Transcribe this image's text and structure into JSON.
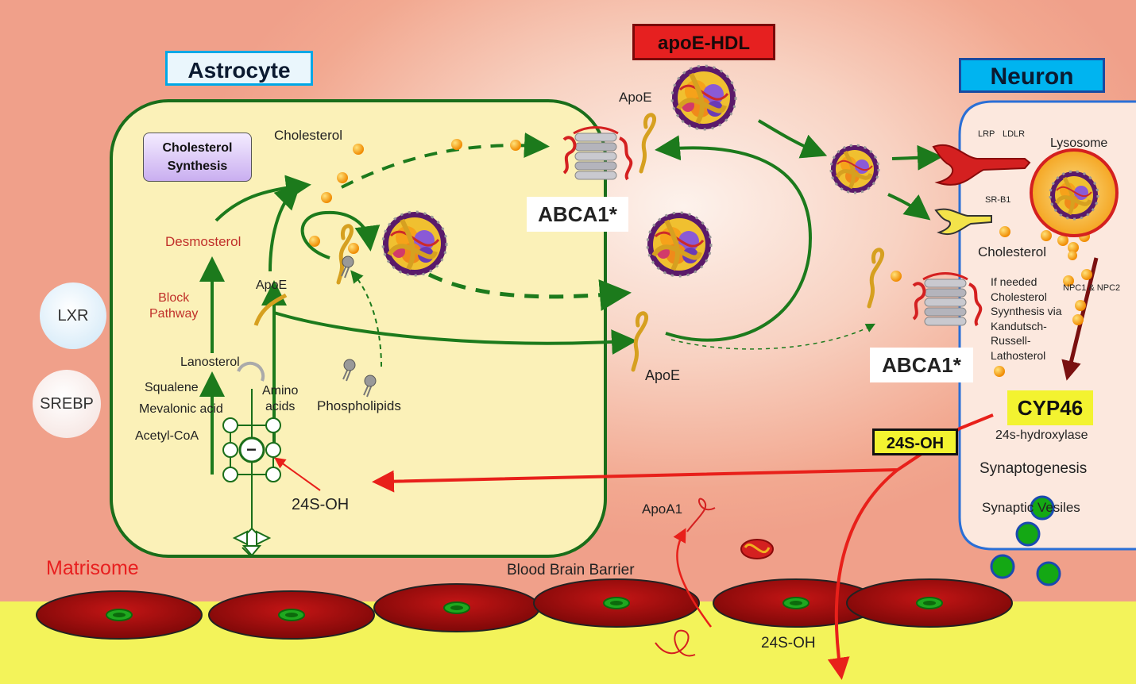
{
  "titles": {
    "astrocyte": "Astrocyte",
    "neuron": "Neuron",
    "apoe_hdl": "apoE-HDL"
  },
  "astrocyte": {
    "synthesis_box": [
      "Cholesterol",
      "Synthesis"
    ],
    "cholesterol": "Cholesterol",
    "desmosterol": "Desmosterol",
    "block_pathway": [
      "Block",
      "Pathway"
    ],
    "lanosterol": "Lanosterol",
    "squalene": "Squalene",
    "mevalonic_acid": "Mevalonic acid",
    "acetyl_coa": "Acetyl-CoA",
    "apoe": "ApoE",
    "amino_acids": [
      "Amino",
      "acids"
    ],
    "phospholipids": "Phospholipids",
    "inhibitor_sign": "−",
    "oxysterol": "24S-OH"
  },
  "middle": {
    "apoe_top": "ApoE",
    "abca1": "ABCA1*",
    "apoe_bottom": "ApoE",
    "apoa1": "ApoA1",
    "bbb": "Blood Brain Barrier",
    "oxysterol_out": "24S-OH"
  },
  "neuron": {
    "lrp": "LRP",
    "ldlr": "LDLR",
    "lysosome": "Lysosome",
    "srb1": "SR-B1",
    "cholesterol": "Cholesterol",
    "npc": "NPC1 & NPC2",
    "if_needed": [
      "If needed",
      "Cholesterol",
      "Syynthesis via",
      "Kandutsch-",
      "Russell-",
      "Lathosterol"
    ],
    "abca1": "ABCA1*",
    "cyp46": "CYP46",
    "hydroxylase": "24s-hydroxylase",
    "oxysterol": "24S-OH",
    "synaptogenesis": "Synaptogenesis",
    "vesicles": "Synaptic Vesiles"
  },
  "regulators": {
    "lxr": "LXR",
    "srebp": "SREBP"
  },
  "matrisome": "Matrisome",
  "colors": {
    "arrow_green": "#1c7a1c",
    "arrow_red": "#e8201a",
    "astrocyte_fill": "#fbf1b8",
    "title_blue": "#00a8e6",
    "floor_yellow": "#f3f35a"
  }
}
